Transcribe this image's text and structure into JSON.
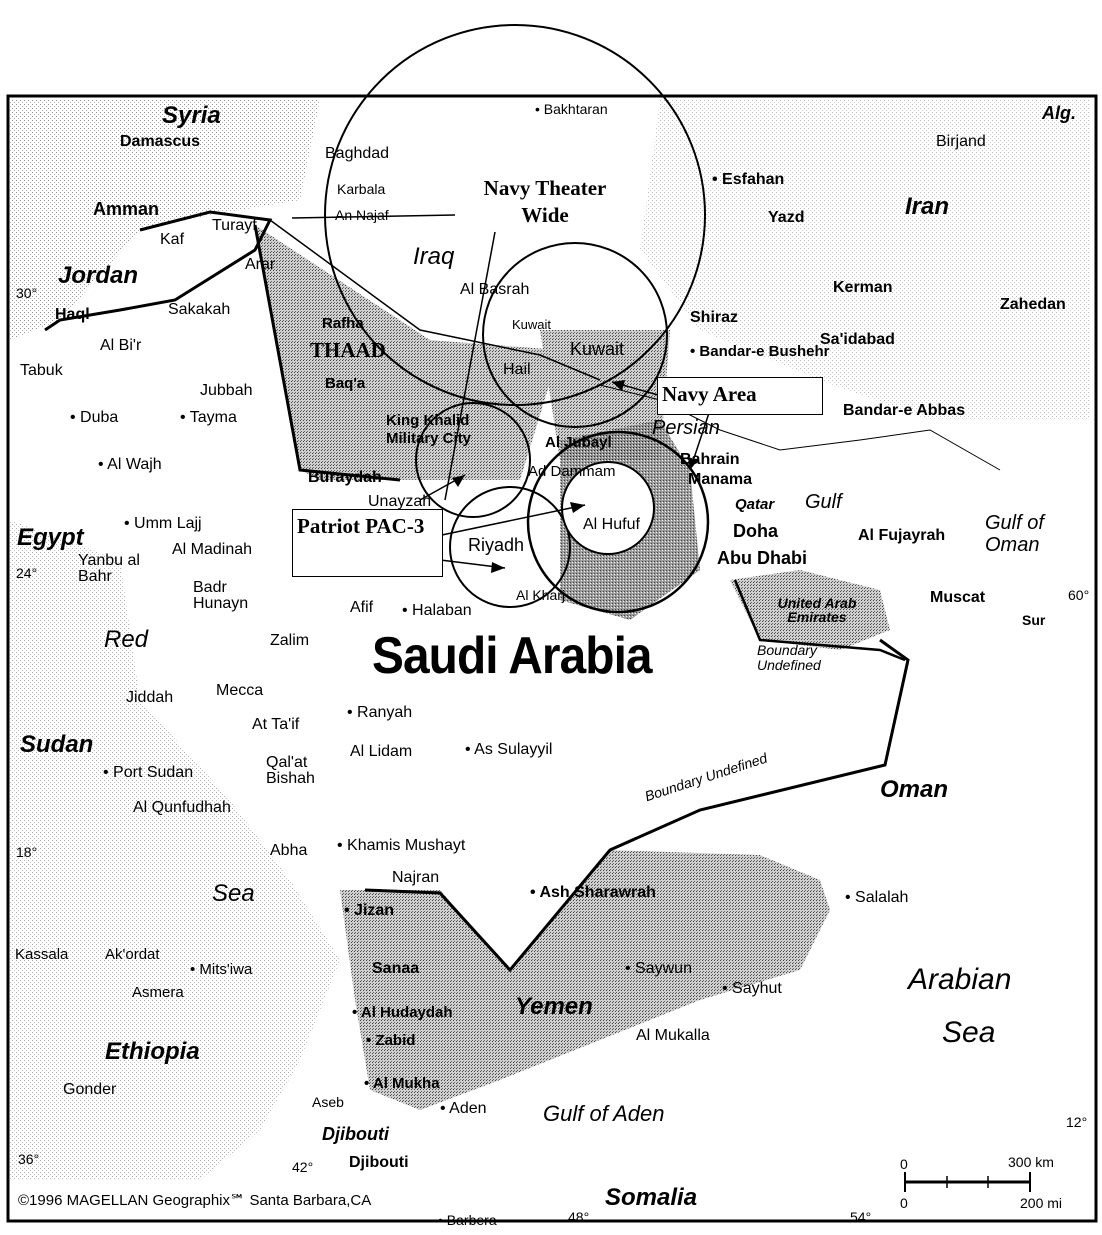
{
  "countries": {
    "syria": "Syria",
    "iraq": "Iraq",
    "iran": "Iran",
    "jordan": "Jordan",
    "egypt": "Egypt",
    "sudan": "Sudan",
    "ethiopia": "Ethiopia",
    "oman": "Oman",
    "yemen": "Yemen",
    "saudi": "Saudi Arabia",
    "djibouti": "Djibouti",
    "somalia": "Somalia",
    "uae": "United Arab Emirates",
    "alg": "Alg."
  },
  "cities": {
    "damascus": "Damascus",
    "amman": "Amman",
    "kaf": "Kaf",
    "turayf": "Turayf",
    "arar": "Arar",
    "haql": "Haql",
    "sakakah": "Sakakah",
    "albir": "Al Bi'r",
    "tabuk": "Tabuk",
    "jubbah": "Jubbah",
    "duba": "Duba",
    "tayma": "Tayma",
    "alwajh": "Al Wajh",
    "baghdad": "Baghdad",
    "karbala": "Karbala",
    "annajaf": "An Najaf",
    "bakhtaran": "Bakhtaran",
    "esfahan": "Esfahan",
    "birjand": "Birjand",
    "yazd": "Yazd",
    "kerman": "Kerman",
    "zahedan": "Zahedan",
    "shiraz": "Shiraz",
    "saidabad": "Sa'idabad",
    "bandarebushehr": "Bandar-e Bushehr",
    "bandareabbas": "Bandar-e Abbas",
    "albasrah": "Al Basrah",
    "kuwait": "Kuwait",
    "kuwaitcity": "Kuwait",
    "rafha": "Rafha",
    "baqa": "Baq'a",
    "hail": "Hail",
    "kingkhalid": "King Khalid Military City",
    "buraydah": "Buraydah",
    "unayzah": "Unayzah",
    "riyadh": "Riyadh",
    "alkharj": "Al Kharj",
    "aldammam": "Ad Dammam",
    "aljubayl": "Al Jubayl",
    "alhufuf": "Al Hufuf",
    "bahrain": "Bahrain",
    "manama": "Manama",
    "qatar": "Qatar",
    "doha": "Doha",
    "abudhabi": "Abu Dhabi",
    "alfujayrah": "Al Fujayrah",
    "muscat": "Muscat",
    "sur": "Sur",
    "ummlajj": "Umm Lajj",
    "almadinah": "Al Madinah",
    "yanbu": "Yanbu al Bahr",
    "badr": "Badr Hunayn",
    "afif": "Afif",
    "halaban": "Halaban",
    "zalim": "Zalim",
    "jiddah": "Jiddah",
    "mecca": "Mecca",
    "altaif": "At Ta'if",
    "ranyah": "Ranyah",
    "allidam": "Al Lidam",
    "assulayyil": "As Sulayyil",
    "portsudan": "Port Sudan",
    "qalat": "Qal'at Bishah",
    "alqunfudhah": "Al Qunfudhah",
    "abha": "Abha",
    "khamis": "Khamis Mushayt",
    "najran": "Najran",
    "jizan": "Jizan",
    "ashsharawrah": "Ash Sharawrah",
    "salalah": "Salalah",
    "kassala": "Kassala",
    "akordat": "Ak'ordat",
    "mitsiwa": "Mits'iwa",
    "asmera": "Asmera",
    "sanaa": "Sanaa",
    "alhudaydah": "Al Hudaydah",
    "zabid": "Zabid",
    "almukha": "Al Mukha",
    "aden": "Aden",
    "sayhut": "Sayhut",
    "almukalla": "Al Mukalla",
    "saywun": "Saywun",
    "gonder": "Gonder",
    "aseb": "Aseb",
    "djiboutic": "Djibouti",
    "barbera": "Barbera"
  },
  "water": {
    "red": "Red",
    "sea": "Sea",
    "persian": "Persian",
    "gulf": "Gulf",
    "gulfofoman": "Gulf of Oman",
    "arabian": "Arabian",
    "arabiansea": "Sea",
    "gulfofaden": "Gulf of Aden"
  },
  "notes": {
    "boundary1": "Boundary Undefined",
    "boundary2": "Boundary Undefined",
    "copyright": "©1996 MAGELLAN Geographix℠ Santa Barbara,CA"
  },
  "coords": {
    "lat30": "30°",
    "lat24": "24°",
    "lat18": "18°",
    "lat12": "12°",
    "lon36": "36°",
    "lon42": "42°",
    "lon48": "48°",
    "lon54": "54°",
    "lon60": "60°"
  },
  "scale": {
    "km0": "0",
    "km": "300 km",
    "mi0": "0",
    "mi": "200 mi"
  },
  "systems": {
    "navy_twide": "Navy Theater Wide",
    "thaad": "THAAD",
    "navy_area": "Navy Area",
    "patriot": "Patriot PAC-3"
  }
}
